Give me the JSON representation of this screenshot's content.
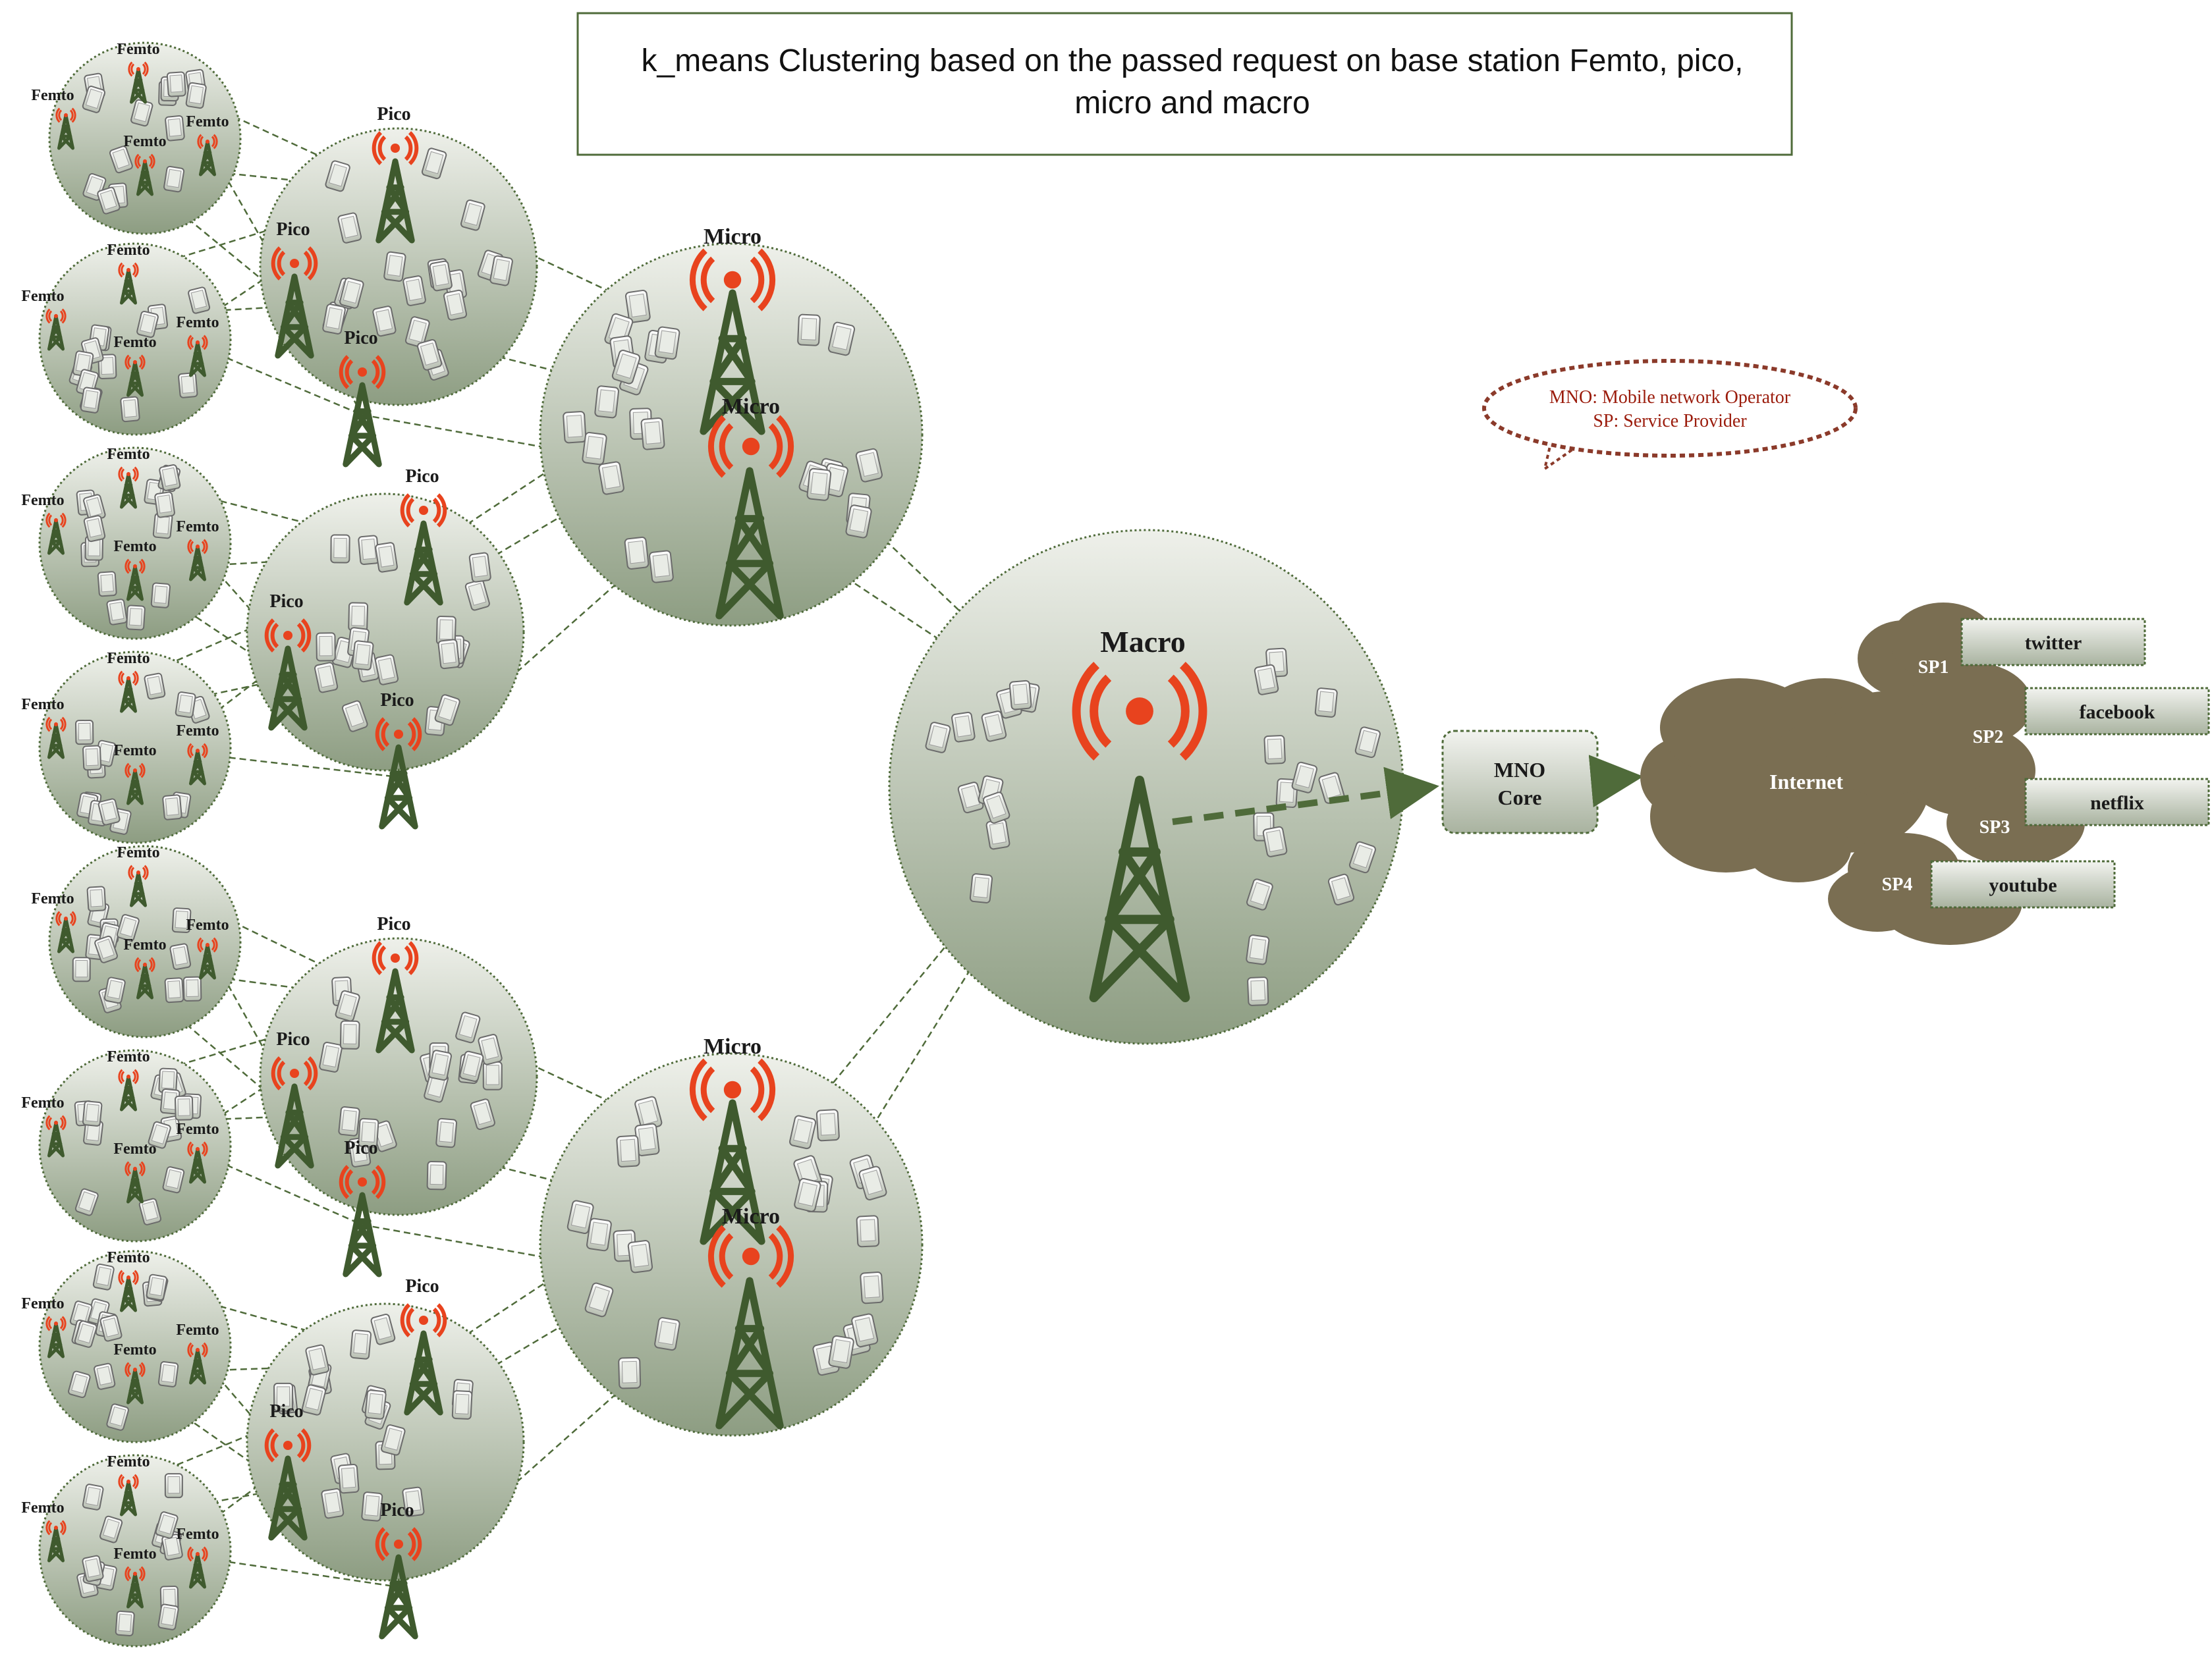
{
  "title": {
    "line1": "k_means Clustering based on the passed request on base station Femto, pico,",
    "line2": "micro and macro"
  },
  "legend": {
    "line1": "MNO: Mobile network Operator",
    "line2": "SP: Service Provider"
  },
  "labels": {
    "femto": "Femto",
    "pico": "Pico",
    "micro": "Micro",
    "macro": "Macro",
    "mno_line1": "MNO",
    "mno_line2": "Core",
    "internet": "Internet"
  },
  "service_providers": [
    {
      "sp": "SP1",
      "name": "twitter"
    },
    {
      "sp": "SP2",
      "name": "facebook"
    },
    {
      "sp": "SP3",
      "name": "netflix"
    },
    {
      "sp": "SP4",
      "name": "youtube"
    }
  ],
  "colors": {
    "cell_fill_top": "#eef0ea",
    "cell_fill_bottom": "#8d9d82",
    "cell_stroke": "#4f6b3a",
    "tower": "#3f5a2e",
    "antenna": "#e8431e",
    "link": "#4f6b3a",
    "cloud": "#7a6e52",
    "box_border": "#4f6b3a",
    "legend_border": "#8b3a2a",
    "legend_text": "#9b1c0c"
  }
}
